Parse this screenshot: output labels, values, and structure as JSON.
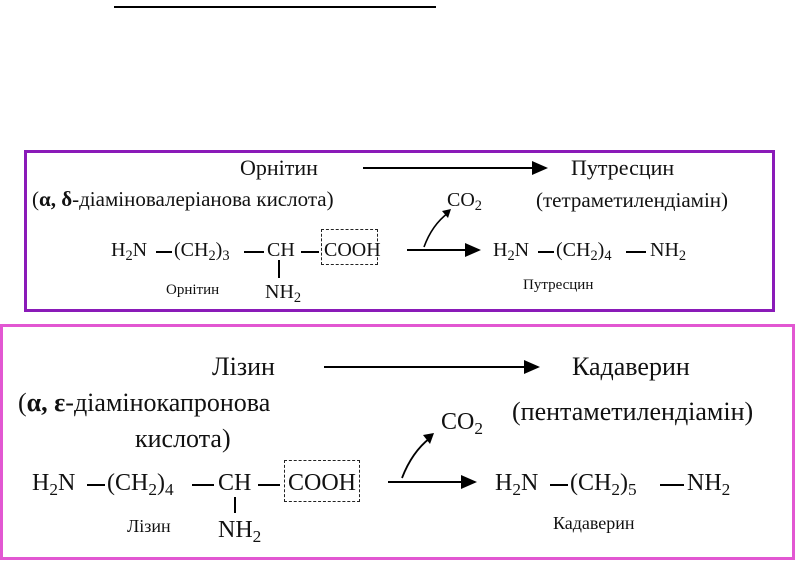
{
  "ornithine": {
    "name": "Орнітин",
    "product": "Путресцин",
    "synonym_greek": "α, δ",
    "synonym_rest": "-діаміновалеріанова кислота)",
    "product_synonym": "(тетраметилендіамін)",
    "gas": "CO",
    "gas_sub": "2",
    "formula": {
      "h2n": "H",
      "h2n_sub": "2",
      "n": "N",
      "ch2": "(CH",
      "ch2_sub": "2",
      "ch2_close": ")",
      "ch2_count": "3",
      "ch": "CH",
      "cooh": "COOH",
      "nh": "NH",
      "nh_sub": "2"
    },
    "product_formula": {
      "h2n": "H",
      "h2n_sub": "2",
      "n": "N",
      "ch2": "(CH",
      "ch2_sub": "2",
      "ch2_close": ")",
      "ch2_count": "4",
      "nh": "NH",
      "nh_sub": "2"
    },
    "substrate_caption": "Орнітин",
    "product_caption": "Путресцин"
  },
  "lysine": {
    "name": "Лізин",
    "product": "Кадаверин",
    "synonym_greek": "α, ε",
    "synonym_rest": "-діамінокапронова",
    "synonym_line2": "кислота)",
    "product_synonym": "(пентаметилендіамін)",
    "gas": "CO",
    "gas_sub": "2",
    "formula": {
      "h2n": "H",
      "h2n_sub": "2",
      "n": "N",
      "ch2": "(CH",
      "ch2_sub": "2",
      "ch2_close": ")",
      "ch2_count": "4",
      "ch": "CH",
      "cooh": "COOH",
      "nh": "NH",
      "nh_sub": "2"
    },
    "product_formula": {
      "h2n": "H",
      "h2n_sub": "2",
      "n": "N",
      "ch2": "(CH",
      "ch2_sub": "2",
      "ch2_close": ")",
      "ch2_count": "5",
      "nh": "NH",
      "nh_sub": "2"
    },
    "substrate_caption": "Лізин",
    "product_caption": "Кадаверин"
  },
  "colors": {
    "ornithine_border": "#8a1ab8",
    "lysine_border": "#e257d2",
    "ink": "#111111"
  }
}
